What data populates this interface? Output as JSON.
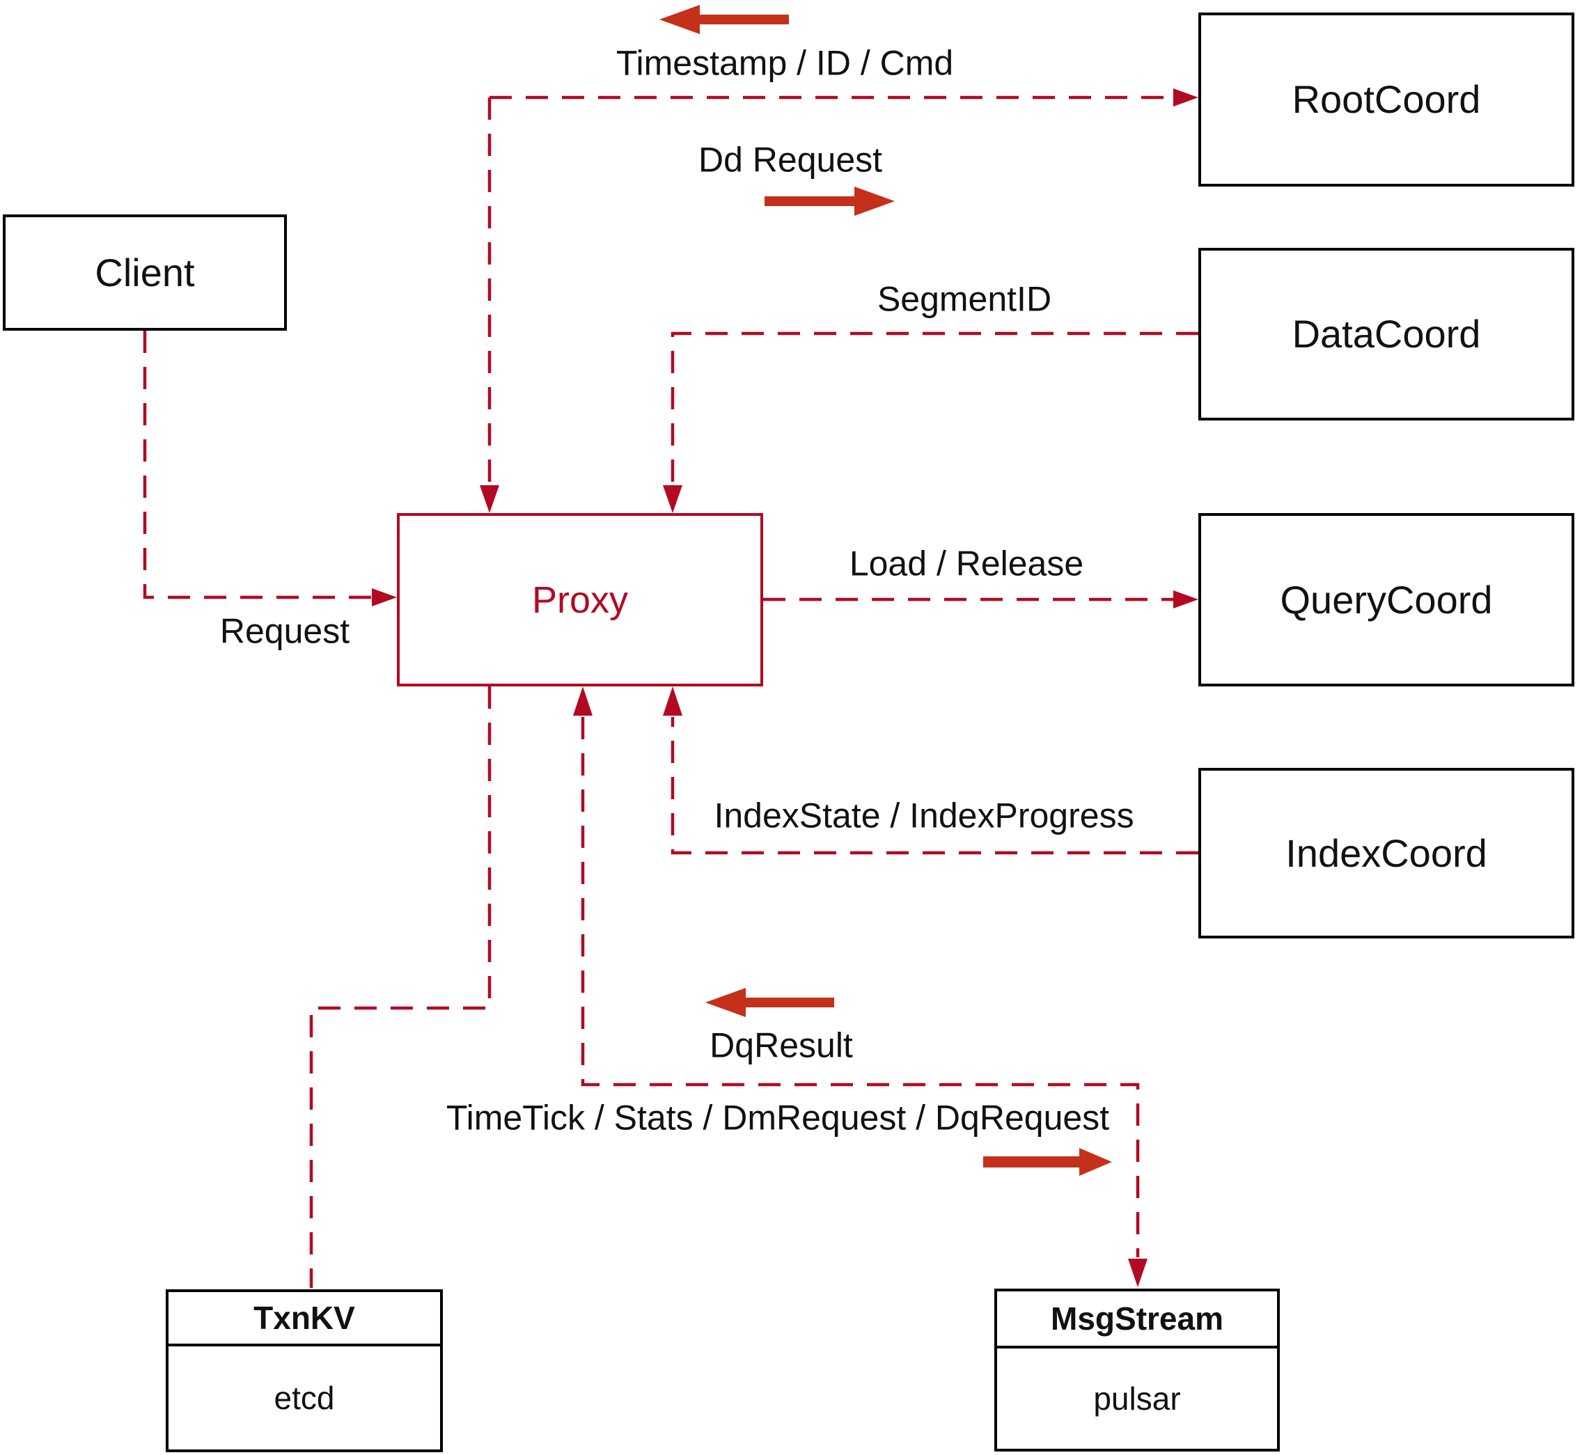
{
  "colors": {
    "dashed_line": "#b30a23",
    "solid_arrow": "#c4301a",
    "text": "#111111",
    "box_border": "#000000",
    "background": "#ffffff",
    "proxy_accent": "#b30a23"
  },
  "nodes": {
    "client": {
      "label": "Client"
    },
    "proxy": {
      "label": "Proxy"
    },
    "root_coord": {
      "label": "RootCoord"
    },
    "data_coord": {
      "label": "DataCoord"
    },
    "query_coord": {
      "label": "QueryCoord"
    },
    "index_coord": {
      "label": "IndexCoord"
    },
    "txn_kv": {
      "title": "TxnKV",
      "subtitle": "etcd"
    },
    "msg_stream": {
      "title": "MsgStream",
      "subtitle": "pulsar"
    }
  },
  "edge_labels": {
    "request": "Request",
    "timestamp_id_cmd": "Timestamp / ID / Cmd",
    "dd_request": "Dd Request",
    "segment_id": "SegmentID",
    "load_release": "Load / Release",
    "index_state": "IndexState / IndexProgress",
    "dq_result": "DqResult",
    "time_tick": "TimeTick / Stats / DmRequest / DqRequest"
  },
  "connections": [
    {
      "from": "client",
      "to": "proxy",
      "style": "dashed",
      "arrowhead_at": [
        "proxy"
      ],
      "label_keys": [
        "request"
      ]
    },
    {
      "from": "proxy",
      "to": "root_coord",
      "style": "dashed",
      "arrowhead_at": [
        "proxy",
        "root_coord"
      ],
      "label_keys": [
        "timestamp_id_cmd",
        "dd_request"
      ]
    },
    {
      "from": "data_coord",
      "to": "proxy",
      "style": "dashed",
      "arrowhead_at": [
        "proxy"
      ],
      "label_keys": [
        "segment_id"
      ]
    },
    {
      "from": "proxy",
      "to": "query_coord",
      "style": "dashed",
      "arrowhead_at": [
        "query_coord"
      ],
      "label_keys": [
        "load_release"
      ]
    },
    {
      "from": "index_coord",
      "to": "proxy",
      "style": "dashed",
      "arrowhead_at": [
        "proxy"
      ],
      "label_keys": [
        "index_state"
      ]
    },
    {
      "from": "proxy",
      "to": "txn_kv",
      "style": "dashed",
      "arrowhead_at": [],
      "label_keys": []
    },
    {
      "from": "proxy",
      "to": "msg_stream",
      "style": "dashed",
      "arrowhead_at": [
        "proxy",
        "msg_stream"
      ],
      "label_keys": [
        "dq_result",
        "time_tick"
      ]
    }
  ]
}
